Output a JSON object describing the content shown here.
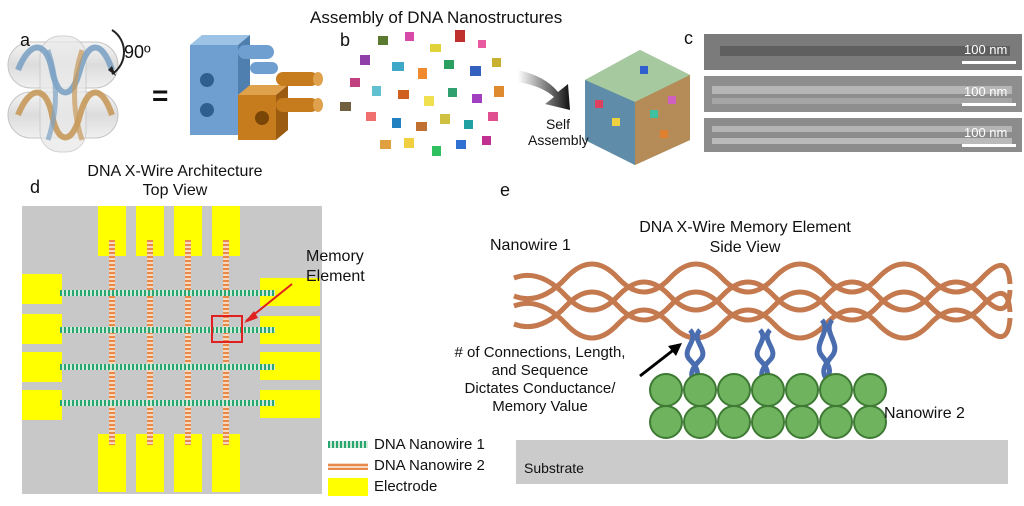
{
  "header": {
    "title": "Assembly of DNA Nanostructures"
  },
  "panels": {
    "a": {
      "letter": "a",
      "angle_label": "90º",
      "equals": "="
    },
    "b": {
      "letter": "b",
      "process_label": "Self\nAssembly"
    },
    "c": {
      "letter": "c",
      "scale_bars": [
        "100 nm",
        "100 nm",
        "100 nm"
      ]
    },
    "d": {
      "letter": "d",
      "title_line1": "DNA X-Wire Architecture",
      "title_line2": "Top View",
      "callout_line1": "Memory",
      "callout_line2": "Element",
      "legend": [
        {
          "label": "DNA Nanowire 1",
          "color": "#2aa673"
        },
        {
          "label": "DNA Nanowire 2",
          "color": "#e8894a"
        },
        {
          "label": "Electrode",
          "color": "#ffff00"
        }
      ]
    },
    "e": {
      "letter": "e",
      "title_line1": "DNA X-Wire Memory Element",
      "title_line2": "Side View",
      "nanowire1_label": "Nanowire 1",
      "nanowire2_label": "Nanowire 2",
      "annotation": [
        "# of Connections, Length,",
        "and Sequence",
        "Dictates Conductance/",
        "Memory Value"
      ],
      "substrate_label": "Substrate"
    }
  },
  "colors": {
    "board": "#c8c8c8",
    "electrode": "#ffff00",
    "wire1": "#2aa673",
    "wire2": "#e8894a",
    "copper": "#c47a4e",
    "linker": "#4a6db0",
    "green_tile": "#6fb35e",
    "block_blue": "#6f9fd0",
    "block_orange": "#c67b1c",
    "highlight": "#e02020"
  }
}
